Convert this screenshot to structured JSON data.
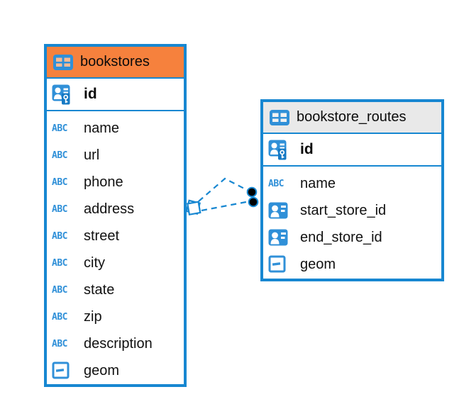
{
  "colors": {
    "accent_blue": "#1787d1",
    "icon_blue": "#3090d8",
    "selected_header_orange": "#f6813d",
    "header_gray": "#e9e9e9",
    "endpoint_dot": "#000000"
  },
  "icons": {
    "text_type_label": "ABC"
  },
  "tables": [
    {
      "title": "bookstores",
      "header_style": "orange",
      "columns": [
        {
          "label": "id",
          "type": "primary-key"
        },
        {
          "label": "name",
          "type": "text"
        },
        {
          "label": "url",
          "type": "text"
        },
        {
          "label": "phone",
          "type": "text"
        },
        {
          "label": "address",
          "type": "text"
        },
        {
          "label": "street",
          "type": "text"
        },
        {
          "label": "city",
          "type": "text"
        },
        {
          "label": "state",
          "type": "text"
        },
        {
          "label": "zip",
          "type": "text"
        },
        {
          "label": "description",
          "type": "text"
        },
        {
          "label": "geom",
          "type": "geometry"
        }
      ]
    },
    {
      "title": "bookstore_routes",
      "header_style": "gray",
      "columns": [
        {
          "label": "id",
          "type": "primary-key"
        },
        {
          "label": "name",
          "type": "text"
        },
        {
          "label": "start_store_id",
          "type": "reference"
        },
        {
          "label": "end_store_id",
          "type": "reference"
        },
        {
          "label": "geom",
          "type": "geometry"
        }
      ]
    }
  ],
  "relationships": [
    {
      "from": "bookstores",
      "to": "bookstore_routes",
      "style": "dashed",
      "endpoints": 2
    }
  ]
}
